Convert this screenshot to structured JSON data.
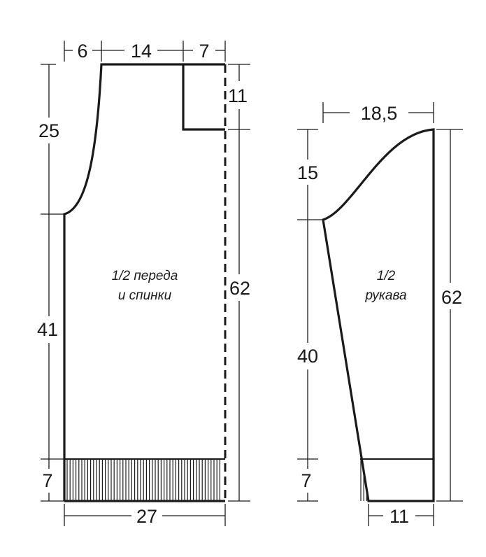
{
  "front_back": {
    "label_line1": "1/2 переда",
    "label_line2": "и спинки",
    "dims": {
      "shoulder_left": "6",
      "neck_width": "14",
      "shoulder_right": "7",
      "armhole_height": "25",
      "neck_depth": "11",
      "side_length": "41",
      "total_length": "62",
      "rib_height": "7",
      "width": "27"
    }
  },
  "sleeve": {
    "label_line1": "1/2",
    "label_line2": "рукава",
    "dims": {
      "cap_width": "18,5",
      "cap_height": "15",
      "length": "40",
      "total_length": "62",
      "rib_height": "7",
      "cuff_width": "11"
    }
  }
}
